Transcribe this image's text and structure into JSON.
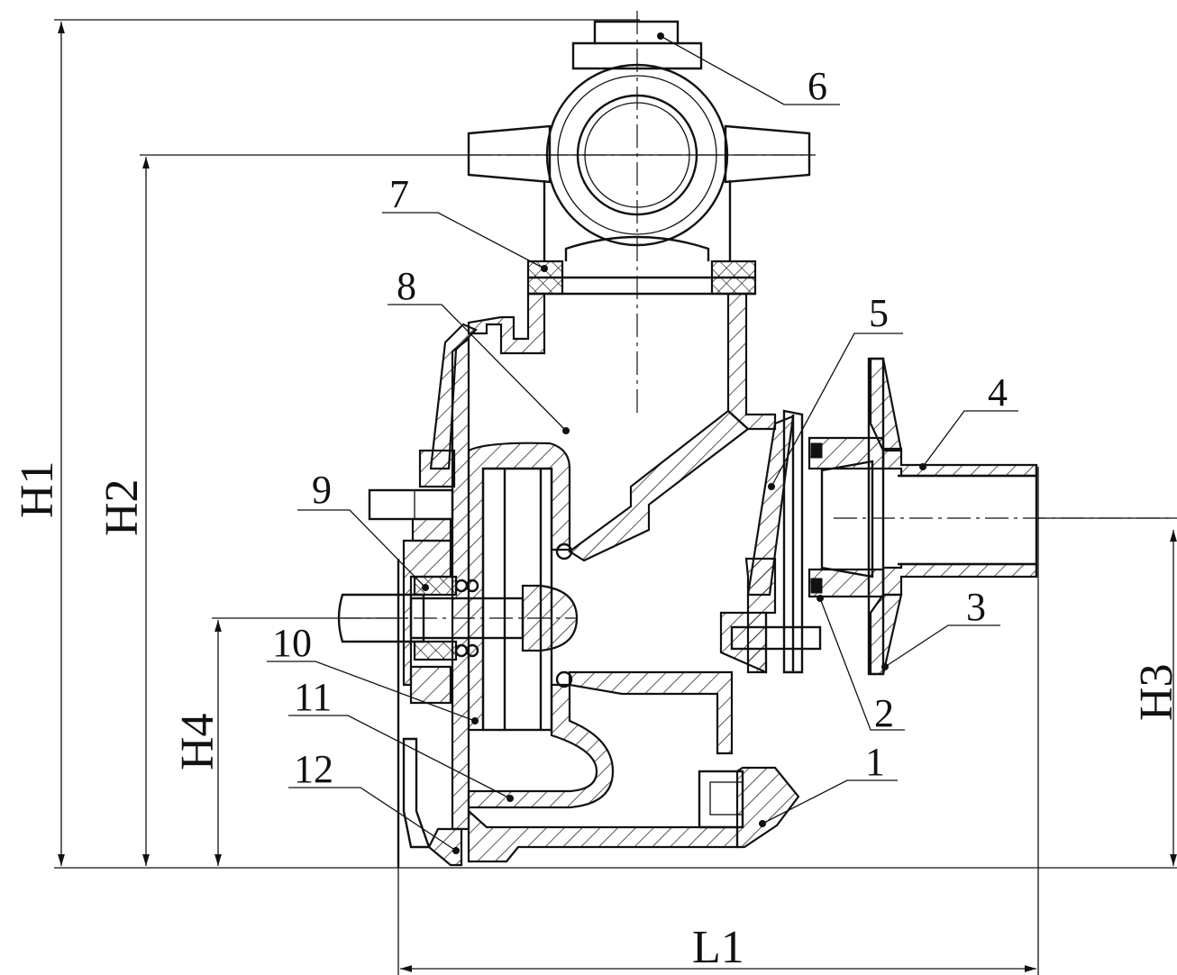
{
  "dimensions": {
    "h1": "H1",
    "h2": "H2",
    "h3": "H3",
    "h4": "H4",
    "l1": "L1"
  },
  "parts": {
    "p1": "1",
    "p2": "2",
    "p3": "3",
    "p4": "4",
    "p5": "5",
    "p6": "6",
    "p7": "7",
    "p8": "8",
    "p9": "9",
    "p10": "10",
    "p11": "11",
    "p12": "12"
  }
}
